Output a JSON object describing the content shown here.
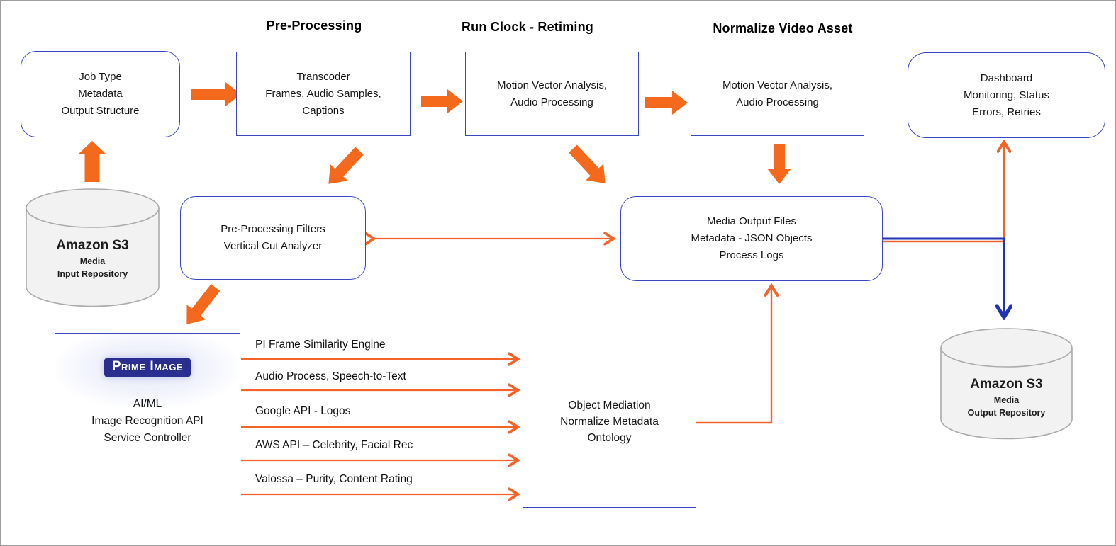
{
  "headers": {
    "pre_processing": "Pre-Processing",
    "run_clock": "Run Clock - Retiming",
    "normalize_video": "Normalize Video Asset"
  },
  "nodes": {
    "job_type": {
      "lines": [
        "Job Type",
        "Metadata",
        "Output Structure"
      ]
    },
    "transcoder": {
      "lines": [
        "Transcoder",
        "Frames, Audio Samples,",
        "Captions"
      ]
    },
    "motion_retiming": {
      "lines": [
        "Motion Vector Analysis,",
        "Audio Processing"
      ]
    },
    "motion_normalize": {
      "lines": [
        "Motion Vector Analysis,",
        "Audio Processing"
      ]
    },
    "dashboard": {
      "lines": [
        "Dashboard",
        "Monitoring, Status",
        "Errors, Retries"
      ]
    },
    "preproc_filters": {
      "lines": [
        "Pre-Processing Filters",
        "Vertical Cut Analyzer"
      ]
    },
    "media_output": {
      "lines": [
        "Media Output Files",
        "Metadata - JSON Objects",
        "Process Logs"
      ]
    },
    "prime_image": {
      "logo": "Prime Image",
      "lines": [
        "AI/ML",
        "Image Recognition API",
        "Service Controller"
      ]
    },
    "object_mediation": {
      "lines": [
        "Object Mediation",
        "Normalize Metadata",
        "Ontology"
      ]
    },
    "s3_input": {
      "title": "Amazon S3",
      "lines": [
        "Media",
        "Input Repository"
      ]
    },
    "s3_output": {
      "title": "Amazon S3",
      "lines": [
        "Media",
        "Output Repository"
      ]
    }
  },
  "services": [
    "PI Frame Similarity Engine",
    "Audio Process, Speech-to-Text",
    "Google API - Logos",
    "AWS API – Celebrity, Facial Rec",
    "Valossa – Purity, Content Rating"
  ],
  "colors": {
    "accent_orange": "#f4681e",
    "box_border_blue": "#3a47c4",
    "connector_navy": "#2133b5",
    "logo_navy": "#2a2f8f",
    "cylinder_fill": "#f2f2f2",
    "cylinder_border": "#ababab"
  }
}
